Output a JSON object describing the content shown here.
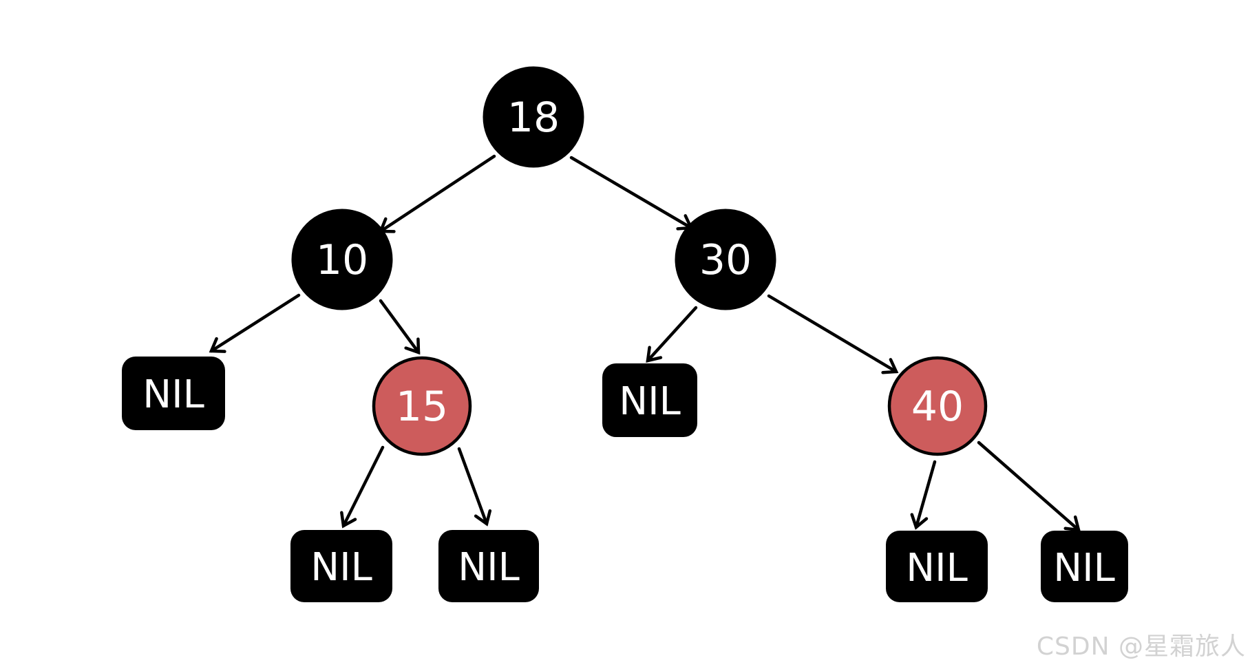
{
  "diagram": {
    "type": "red-black-tree",
    "colors": {
      "background": "#ffffff",
      "black_node": "#000000",
      "red_node": "#cd5c5c",
      "nil_fill": "#000000",
      "edge": "#000000",
      "node_text": "#ffffff"
    },
    "nodes": [
      {
        "id": "n18",
        "label": "18",
        "color": "black",
        "role": "root"
      },
      {
        "id": "n10",
        "label": "10",
        "color": "black",
        "parent": "18",
        "side": "left"
      },
      {
        "id": "n30",
        "label": "30",
        "color": "black",
        "parent": "18",
        "side": "right"
      },
      {
        "id": "n15",
        "label": "15",
        "color": "red",
        "parent": "10",
        "side": "right"
      },
      {
        "id": "n40",
        "label": "40",
        "color": "red",
        "parent": "30",
        "side": "right"
      },
      {
        "id": "nil-10-left",
        "label": "NIL",
        "color": "black",
        "parent": "10",
        "side": "left"
      },
      {
        "id": "nil-30-left",
        "label": "NIL",
        "color": "black",
        "parent": "30",
        "side": "left"
      },
      {
        "id": "nil-15-left",
        "label": "NIL",
        "color": "black",
        "parent": "15",
        "side": "left"
      },
      {
        "id": "nil-15-right",
        "label": "NIL",
        "color": "black",
        "parent": "15",
        "side": "right"
      },
      {
        "id": "nil-40-left",
        "label": "NIL",
        "color": "black",
        "parent": "40",
        "side": "left"
      },
      {
        "id": "nil-40-right",
        "label": "NIL",
        "color": "black",
        "parent": "40",
        "side": "right"
      }
    ],
    "edges": [
      {
        "from": "18",
        "to": "10"
      },
      {
        "from": "18",
        "to": "30"
      },
      {
        "from": "10",
        "to": "NIL"
      },
      {
        "from": "10",
        "to": "15"
      },
      {
        "from": "30",
        "to": "NIL"
      },
      {
        "from": "30",
        "to": "40"
      },
      {
        "from": "15",
        "to": "NIL"
      },
      {
        "from": "15",
        "to": "NIL"
      },
      {
        "from": "40",
        "to": "NIL"
      },
      {
        "from": "40",
        "to": "NIL"
      }
    ]
  },
  "watermark": {
    "text": "CSDN @星霜旅人",
    "color": "#d2d2d2"
  }
}
